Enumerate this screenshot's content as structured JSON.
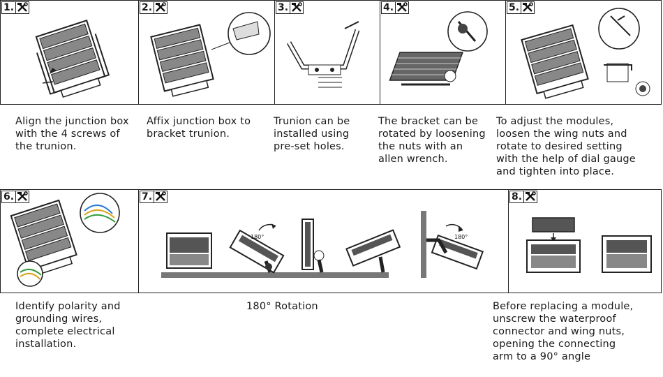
{
  "icons": {
    "step_tool": "tools-icon (hammer and wrench)"
  },
  "row1": [
    {
      "number": "1.",
      "caption": "Align the junction box\nwith the 4 screws of\nthe trunion."
    },
    {
      "number": "2.",
      "caption": "Affix junction box to\nbracket trunion."
    },
    {
      "number": "3.",
      "caption": "Trunion can be\ninstalled using\npre-set holes."
    },
    {
      "number": "4.",
      "caption": "The bracket can be\nrotated by loosening\nthe nuts with an\nallen wrench."
    },
    {
      "number": "5.",
      "caption": "To adjust the modules,\nloosen the wing nuts and\nrotate to desired setting\nwith the help of dial gauge\nand tighten into place."
    }
  ],
  "row2": [
    {
      "number": "6.",
      "caption": "Identify polarity and\ngrounding wires,\ncomplete electrical\ninstallation."
    },
    {
      "number": "7.",
      "caption": "180° Rotation",
      "angle_label": "180°"
    },
    {
      "number": "8.",
      "caption": "Before replacing a module,\nunscrew the waterproof\nconnector and wing nuts,\nopening the connecting\narm to a 90° angle"
    }
  ]
}
